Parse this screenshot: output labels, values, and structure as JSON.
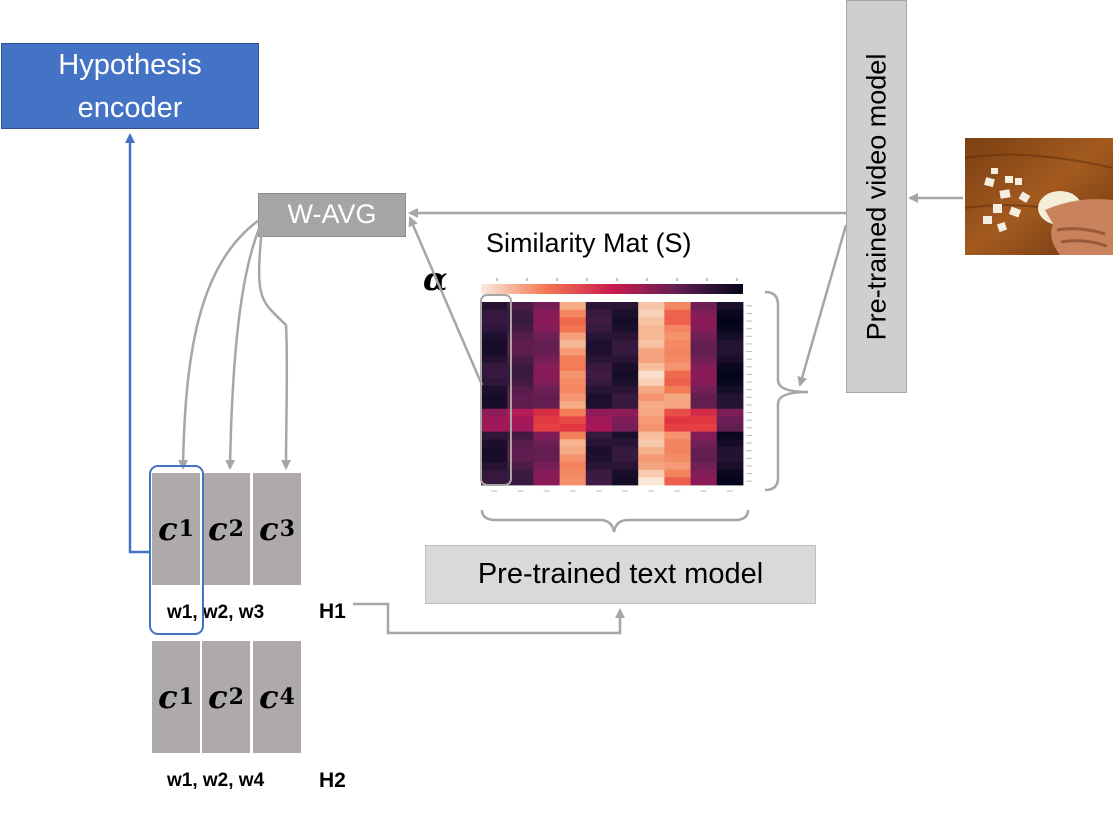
{
  "hypothesis_encoder": {
    "line1": "Hypothesis",
    "line2": "encoder"
  },
  "wavg": {
    "label": "W-AVG"
  },
  "video_model": {
    "label": "Pre-trained video model"
  },
  "text_model": {
    "label": "Pre-trained text model"
  },
  "similarity": {
    "title": "Similarity Mat (S)",
    "alpha": "α"
  },
  "h1": {
    "cells": [
      {
        "var": "c",
        "sub": "1"
      },
      {
        "var": "c",
        "sub": "2"
      },
      {
        "var": "c",
        "sub": "3"
      }
    ],
    "words": "w1, w2, w3",
    "label": "H1"
  },
  "h2": {
    "cells": [
      {
        "var": "c",
        "sub": "1"
      },
      {
        "var": "c",
        "sub": "2"
      },
      {
        "var": "c",
        "sub": "4"
      }
    ],
    "words": "w1, w2, w4",
    "label": "H2"
  },
  "heatmap": {
    "columns": 10,
    "column_levels": [
      0.1,
      0.2,
      0.3,
      0.85,
      0.12,
      0.1,
      0.95,
      0.82,
      0.3,
      0.05
    ],
    "colormap": [
      "#faebdd",
      "#f6b48f",
      "#f37651",
      "#e13342",
      "#ad1759",
      "#701f57",
      "#35193e",
      "#03051a"
    ]
  },
  "colors": {
    "arrow_gray": "#a6a6a6",
    "encoder_blue": "#4472c4"
  }
}
